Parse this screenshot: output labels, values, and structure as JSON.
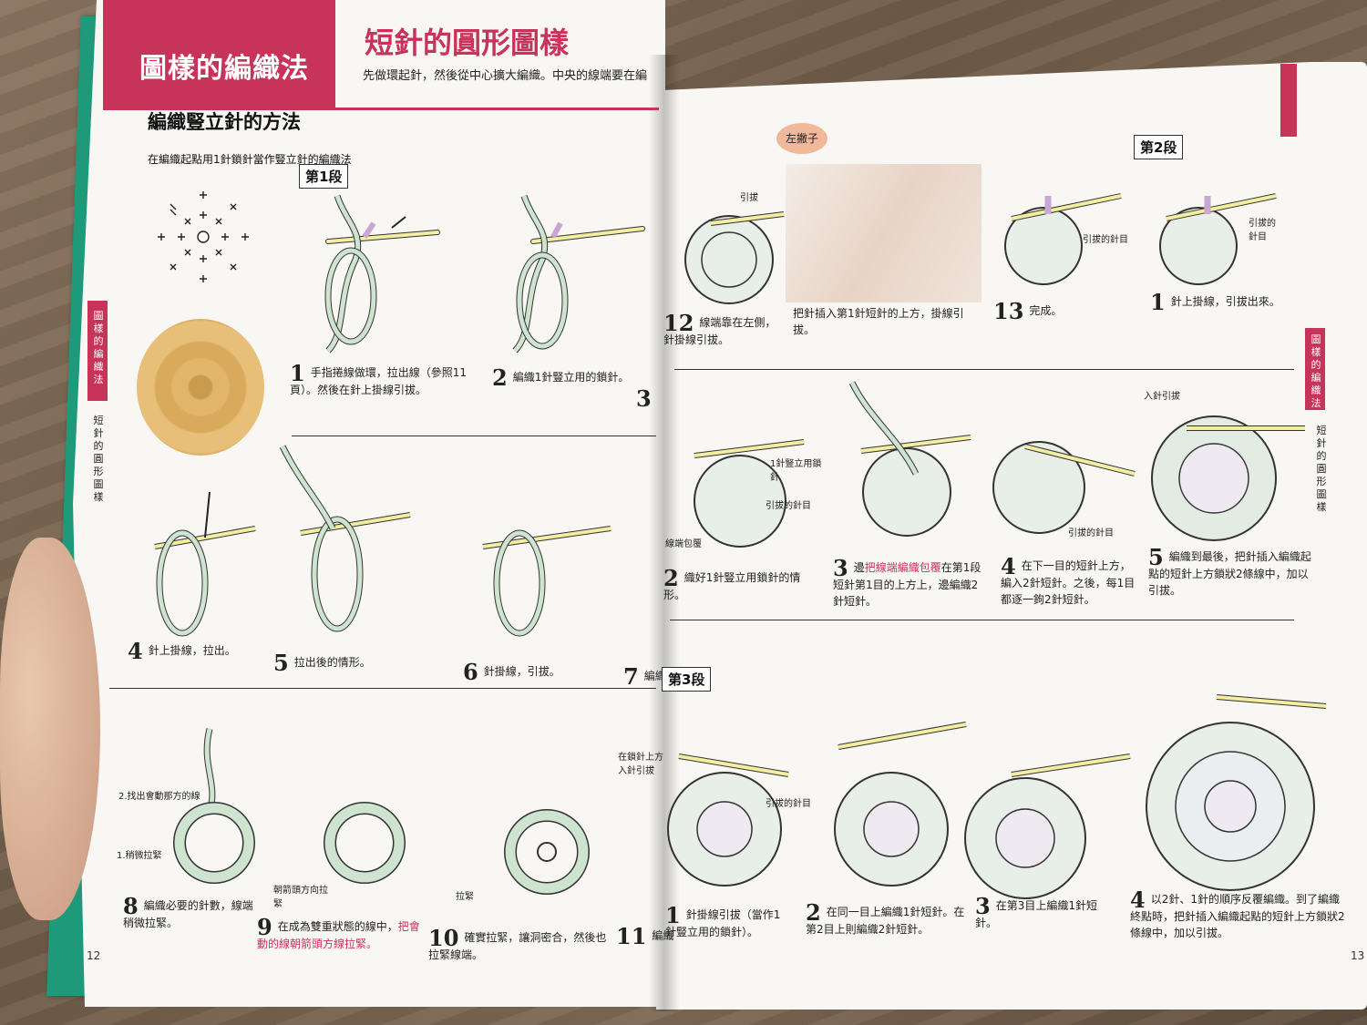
{
  "header": {
    "banner": "圖樣的編織法",
    "title": "短針的圓形圖樣",
    "desc": "先做環起針，然後從中心擴大編織。中央的線端要在編"
  },
  "section": {
    "heading": "編織豎立針的方法",
    "sub": "在編織起點用1針鎖針當作豎立針的編織法"
  },
  "tags": {
    "row1": "第1段",
    "row2": "第2段",
    "row3": "第3段"
  },
  "left_steps": [
    {
      "n": "1",
      "text": "手指捲線做環，拉出線（參照11頁）。然後在針上掛線引拔。"
    },
    {
      "n": "2",
      "text": "編織1針豎立用的鎖針。"
    },
    {
      "n": "3",
      "text": ""
    },
    {
      "n": "4",
      "text": "針上掛線，拉出。"
    },
    {
      "n": "5",
      "text": "拉出後的情形。"
    },
    {
      "n": "6",
      "text": "針掛線，引拔。"
    },
    {
      "n": "7",
      "text": "編織"
    },
    {
      "n": "8",
      "text": "編織必要的針數，線端稍微拉緊。"
    },
    {
      "n": "9",
      "pre": "在成為雙重狀態的線中，",
      "hl": "把會動的線朝箭頭方線拉緊。"
    },
    {
      "n": "10",
      "text": "確實拉緊，讓洞密合，然後也拉緊線端。"
    },
    {
      "n": "11",
      "text": "編織"
    }
  ],
  "left_labels": {
    "pull_tight": "1.稍微拉緊",
    "find_thread": "2.找出會動那方的線",
    "arrow_dir": "朝箭頭方向拉緊",
    "pull": "拉緊"
  },
  "right_steps": {
    "row1": [
      {
        "n": "12",
        "text": "線端靠在左側，針掛線引拔。"
      },
      {
        "n": "",
        "text": "把針插入第1針短針的上方，掛線引拔。"
      },
      {
        "n": "13",
        "text": "完成。"
      },
      {
        "n": "1",
        "text": "針上掛線，引拔出來。"
      }
    ],
    "row2": [
      {
        "n": "2",
        "text": "織好1針豎立用鎖針的情形。"
      },
      {
        "n": "3",
        "pre": "邊",
        "hl": "把線端編織包覆",
        "post": "在第1段短針第1目的上方上，邊編織2針短針。"
      },
      {
        "n": "4",
        "text": "在下一目的短針上方，編入2針短針。之後，每1目都逐一鉤2針短針。"
      },
      {
        "n": "5",
        "text": "編織到最後，把針插入編織起點的短針上方鎖狀2條線中，加以引拔。"
      }
    ],
    "row3": [
      {
        "n": "1",
        "text": "針掛線引拔（當作1針豎立用的鎖針）。"
      },
      {
        "n": "2",
        "text": "在同一目上編織1針短針。在第2目上則編織2針短針。"
      },
      {
        "n": "3",
        "text": "在第3目上編織1針短針。"
      },
      {
        "n": "4",
        "text": "以2針、1針的順序反覆編織。到了編織終點時，把針插入編織起點的短針上方鎖狀2條線中，加以引拔。"
      }
    ]
  },
  "right_labels": {
    "left_handed": "左撇子",
    "pull_out": "引拔",
    "pulled_stitch": "引拔的針目",
    "pulled_stitch2": "引拔的針目",
    "chain_stand": "1針豎立用鎖針",
    "pulled": "引拔的針目",
    "insert": "入針引拔",
    "pulled3": "引拔的針目",
    "pulled_r3": "引拔的針目",
    "wrap": "線端包覆",
    "insert_stitch": "在鎖針上方入針引拔"
  },
  "side": {
    "left_pink": "圖樣的編織法",
    "left_gray": "短針的圓形圖樣",
    "right_pink": "圖樣的編織法",
    "right_gray": "短針的圓形圖樣"
  },
  "pages": {
    "left": "12",
    "right": "13"
  },
  "colors": {
    "accent": "#c8335a",
    "cover": "#1e9a7a",
    "yarn_green": "#cfe3d1",
    "yarn_purple": "#c9a6d3",
    "hook": "#f2eda0"
  }
}
